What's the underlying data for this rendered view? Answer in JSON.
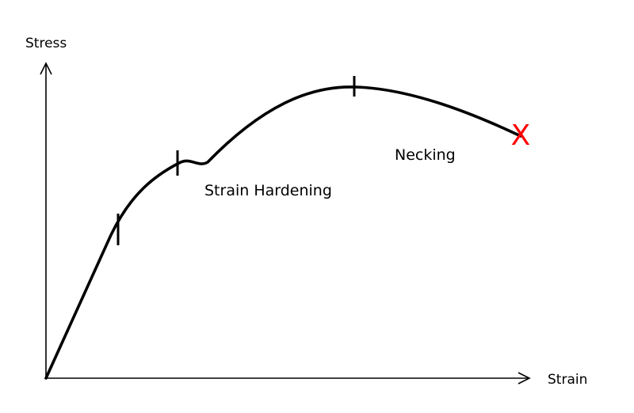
{
  "diagram": {
    "y_axis_label": "Stress",
    "x_axis_label": "Strain",
    "region_labels": {
      "strain_hardening": "Strain Hardening",
      "necking": "Necking"
    },
    "fracture_symbol": "X",
    "colors": {
      "curve": "#000000",
      "axes": "#000000",
      "fracture_marker": "#ff0000",
      "background": "#ffffff"
    }
  }
}
